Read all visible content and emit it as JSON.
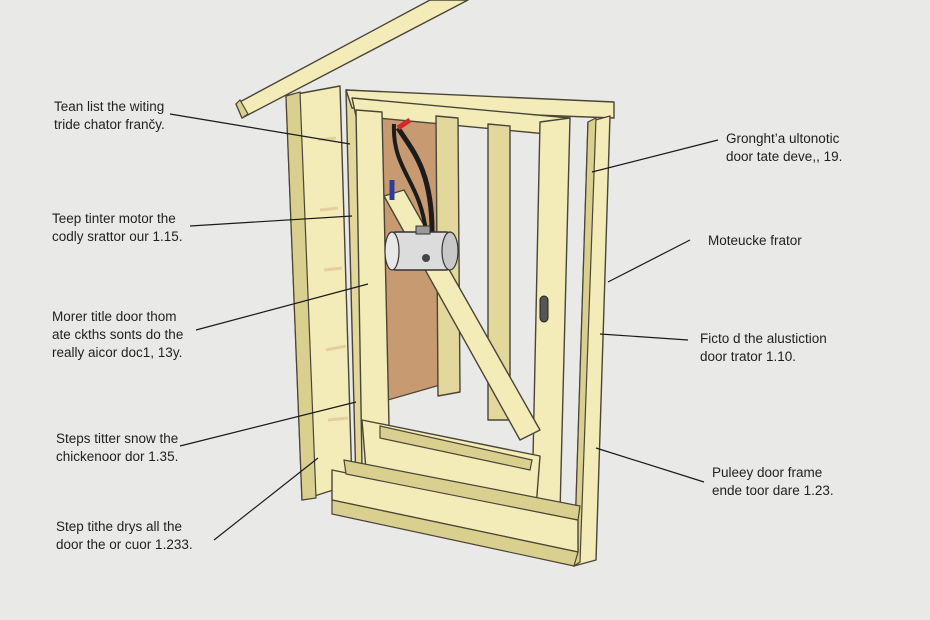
{
  "diagram": {
    "labels": [
      {
        "id": "l1",
        "lines": [
          "Tean list the witing",
          "tride chator frančy."
        ]
      },
      {
        "id": "l2",
        "lines": [
          "Teep tinter motor the",
          "codly srattor our 1.15."
        ]
      },
      {
        "id": "l3",
        "lines": [
          "Morer title door thom",
          "ate ckths sonts do the",
          "really aicor doc1, 13y."
        ]
      },
      {
        "id": "l4",
        "lines": [
          "Steps titter snow the",
          "chickenoor dor 1.35."
        ]
      },
      {
        "id": "l5",
        "lines": [
          "Step tithe drys all the",
          "door  the or cuor 1.233."
        ]
      },
      {
        "id": "r1",
        "lines": [
          "Gronght’a ultonotic",
          "door tate deve,, 19."
        ]
      },
      {
        "id": "r2",
        "lines": [
          "Moteucke frator"
        ]
      },
      {
        "id": "r3",
        "lines": [
          "Ficto d the alustiction",
          "door trator 1.10."
        ]
      },
      {
        "id": "r4",
        "lines": [
          "Puleey door frame",
          "ende toor dare 1.23."
        ]
      }
    ]
  },
  "colors": {
    "background": "#e9e9e8",
    "wood": "#f3ecb8",
    "panel": "#c89a72",
    "motor": "#dcdcdc",
    "cable_black": "#1c1c1c",
    "cable_red": "#d22a2a",
    "cable_blue": "#2b3f9a"
  }
}
